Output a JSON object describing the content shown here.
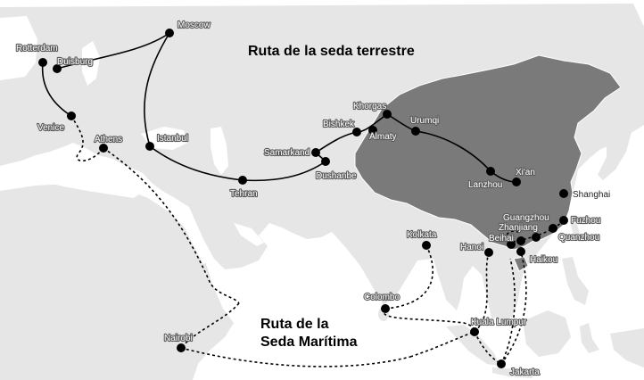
{
  "titles": {
    "land_route": "Ruta de la seda terrestre",
    "sea_route_line1": "Ruta de la",
    "sea_route_line2": "Seda Marítima"
  },
  "cities": {
    "moscow": "Moscow",
    "rotterdam": "Rotterdam",
    "duisburg": "Duisburg",
    "venice": "Venice",
    "athens": "Athens",
    "istanbul": "Istanbul",
    "tehran": "Tehran",
    "samarkand": "Samarkand",
    "dushanbe": "Dushanbe",
    "bishkek": "Bishkek",
    "almaty": "Almaty",
    "khorgas": "Khorgas",
    "urumqi": "Urumqi",
    "lanzhou": "Lanzhou",
    "xian": "Xi'an",
    "shanghai": "Shanghai",
    "guangzhou": "Guangzhou",
    "fuzhou": "Fuzhou",
    "zhanjiang": "Zhanjiang",
    "quanzhou": "Quanzhou",
    "beihai": "Beihai",
    "hanoi": "Hanoi",
    "haikou": "Haikou",
    "kolkata": "Kolkata",
    "colombo": "Colombo",
    "kuala_lumpur": "Kuala Lumpur",
    "nairobi": "Nairobi",
    "jakarta": "Jakarta"
  },
  "colors": {
    "sea": "#ffffff",
    "land": "#e6e6e6",
    "china": "#7a7a7a",
    "route": "#000000"
  }
}
